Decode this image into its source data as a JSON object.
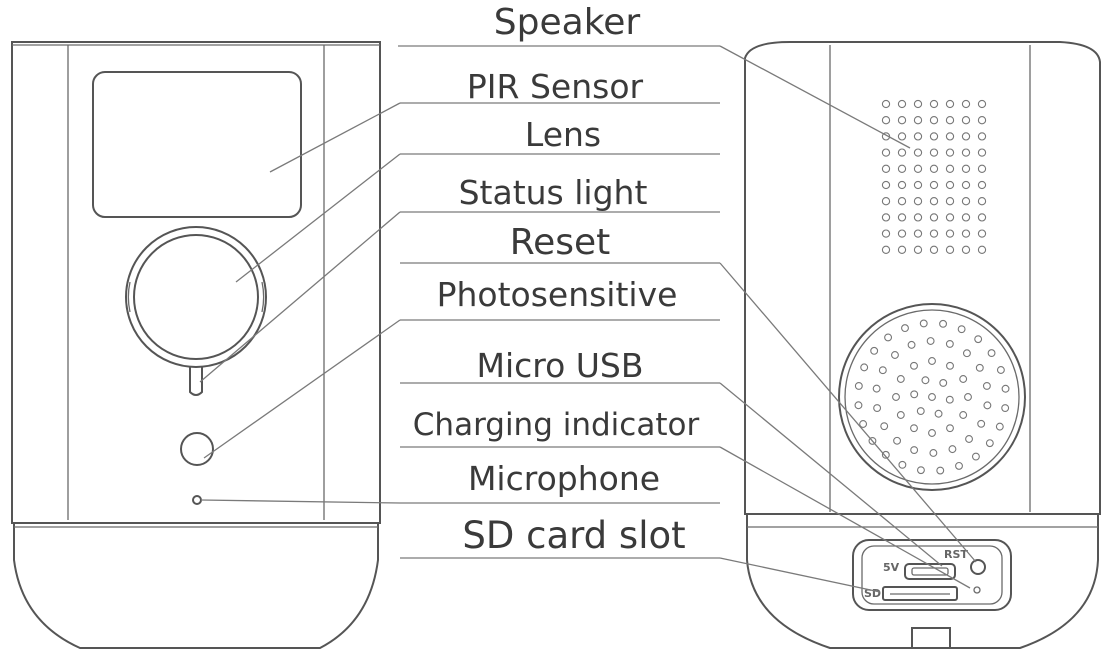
{
  "labels": [
    "Speaker",
    "PIR Sensor",
    "Lens",
    "Status light",
    "Reset",
    "Photosensitive",
    "Micro USB",
    "Charging indicator",
    "Microphone",
    "SD card slot"
  ],
  "port_markings": {
    "power": "5V",
    "reset": "RST",
    "sd": "SD"
  }
}
